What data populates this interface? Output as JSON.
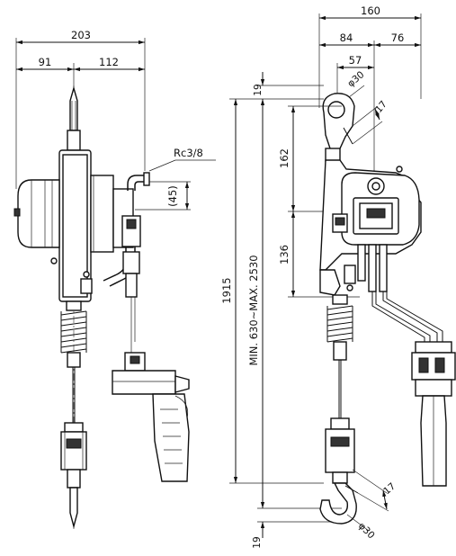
{
  "dimensions": {
    "left_width_total": "203",
    "left_width_a": "91",
    "left_width_b": "112",
    "thread": "Rc3/8",
    "offset_45": "(45)",
    "right_width_total": "160",
    "right_width_a": "84",
    "right_width_b": "76",
    "right_57": "57",
    "hook_dia_top": "φ30",
    "hook_17_top": "17",
    "top_19": "19",
    "v_162": "162",
    "v_136": "136",
    "v_1915": "1915",
    "stroke_range": "MIN. 630~MAX. 2530",
    "hook_17_bottom": "17",
    "hook_dia_bottom": "φ30",
    "bottom_19": "19"
  }
}
